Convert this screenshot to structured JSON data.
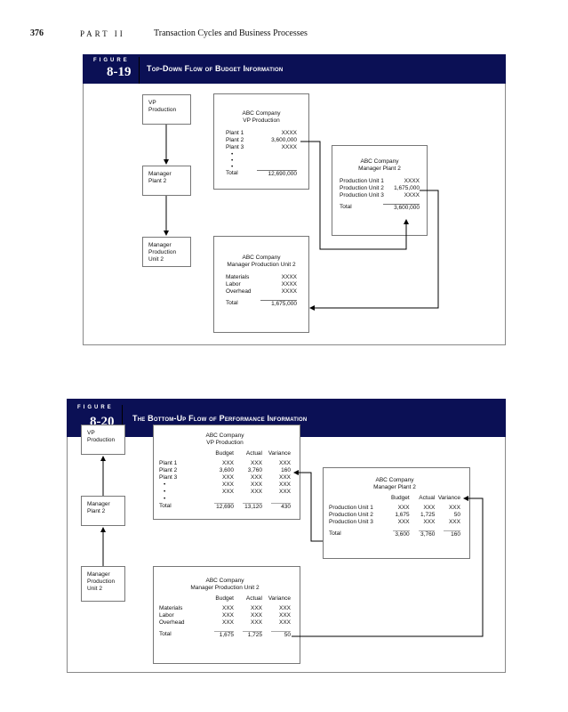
{
  "header": {
    "page_number": "376",
    "part": "PART II",
    "chapter": "Transaction Cycles and Business Processes"
  },
  "fig1": {
    "label": "FIGURE",
    "number": "8-19",
    "title": "Top-Down Flow of Budget Information",
    "managers": [
      "VP Production",
      "Manager Plant 2",
      "Manager Production Unit 2"
    ],
    "vp": {
      "company": "ABC Company",
      "title": "VP Production",
      "rows": [
        [
          "Plant 1",
          "XXXX"
        ],
        [
          "Plant 2",
          "3,600,000"
        ],
        [
          "Plant 3",
          "XXXX"
        ]
      ],
      "dots": "•",
      "total_label": "Total",
      "total": "12,690,000"
    },
    "plant": {
      "company": "ABC Company",
      "title": "Manager Plant 2",
      "rows": [
        [
          "Production Unit 1",
          "XXXX"
        ],
        [
          "Production Unit 2",
          "1,675,000"
        ],
        [
          "Production Unit 3",
          "XXXX"
        ]
      ],
      "total_label": "Total",
      "total": "3,600,000"
    },
    "unit": {
      "company": "ABC Company",
      "title": "Manager Production Unit 2",
      "rows": [
        [
          "Materials",
          "XXXX"
        ],
        [
          "Labor",
          "XXXX"
        ],
        [
          "Overhead",
          "XXXX"
        ]
      ],
      "total_label": "Total",
      "total": "1,675,000"
    }
  },
  "fig2": {
    "label": "FIGURE",
    "number": "8-20",
    "title": "The Bottom-Up Flow of Performance Information",
    "managers": [
      "VP Production",
      "Manager Plant 2",
      "Manager Production Unit 2"
    ],
    "columns": [
      "Budget",
      "Actual",
      "Variance"
    ],
    "vp": {
      "company": "ABC Company",
      "title": "VP Production",
      "rows": [
        [
          "Plant 1",
          "XXX",
          "XXX",
          "XXX"
        ],
        [
          "Plant 2",
          "3,600",
          "3,760",
          "160"
        ],
        [
          "Plant 3",
          "XXX",
          "XXX",
          "XXX"
        ],
        [
          "•",
          "XXX",
          "XXX",
          "XXX"
        ],
        [
          "•",
          "XXX",
          "XXX",
          "XXX"
        ],
        [
          "•",
          "",
          "",
          ""
        ]
      ],
      "total": [
        "Total",
        "12,690",
        "13,120",
        "430"
      ]
    },
    "plant": {
      "company": "ABC Company",
      "title": "Manager Plant 2",
      "rows": [
        [
          "Production Unit 1",
          "XXX",
          "XXX",
          "XXX"
        ],
        [
          "Production Unit 2",
          "1,675",
          "1,725",
          "50"
        ],
        [
          "Production Unit 3",
          "XXX",
          "XXX",
          "XXX"
        ]
      ],
      "total": [
        "Total",
        "3,600",
        "3,760",
        "160"
      ]
    },
    "unit": {
      "company": "ABC Company",
      "title": "Manager Production Unit 2",
      "rows": [
        [
          "Materials",
          "XXX",
          "XXX",
          "XXX"
        ],
        [
          "Labor",
          "XXX",
          "XXX",
          "XXX"
        ],
        [
          "Overhead",
          "XXX",
          "XXX",
          "XXX"
        ]
      ],
      "total": [
        "Total",
        "1,675",
        "1,725",
        "50"
      ]
    }
  }
}
